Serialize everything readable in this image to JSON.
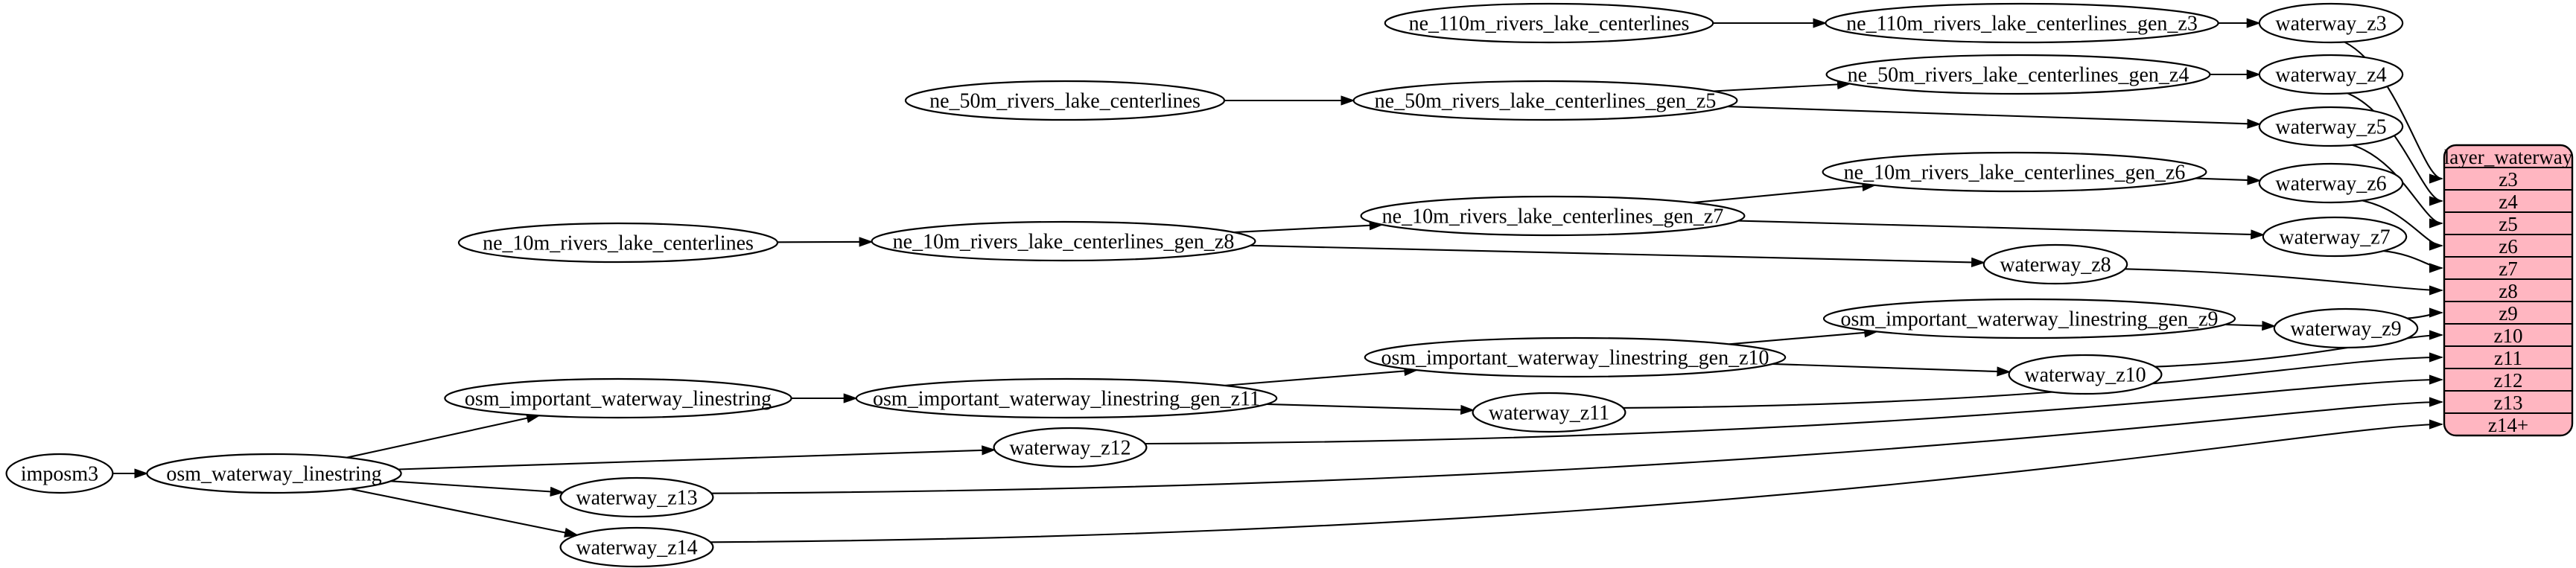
{
  "diagram": {
    "background": "#ffffff",
    "edge_color": "#000000",
    "node_style": {
      "fill": "#ffffff",
      "stroke": "#000000",
      "text_color": "#000000"
    },
    "nodes": [
      {
        "id": "imposm3",
        "label": "imposm3"
      },
      {
        "id": "osm_waterway_linestring",
        "label": "osm_waterway_linestring"
      },
      {
        "id": "osm_important_waterway_linestring",
        "label": "osm_important_waterway_linestring"
      },
      {
        "id": "osm_important_waterway_linestring_gen_z11",
        "label": "osm_important_waterway_linestring_gen_z11"
      },
      {
        "id": "osm_important_waterway_linestring_gen_z10",
        "label": "osm_important_waterway_linestring_gen_z10"
      },
      {
        "id": "osm_important_waterway_linestring_gen_z9",
        "label": "osm_important_waterway_linestring_gen_z9"
      },
      {
        "id": "ne_10m_rivers_lake_centerlines",
        "label": "ne_10m_rivers_lake_centerlines"
      },
      {
        "id": "ne_10m_rivers_lake_centerlines_gen_z8",
        "label": "ne_10m_rivers_lake_centerlines_gen_z8"
      },
      {
        "id": "ne_10m_rivers_lake_centerlines_gen_z7",
        "label": "ne_10m_rivers_lake_centerlines_gen_z7"
      },
      {
        "id": "ne_10m_rivers_lake_centerlines_gen_z6",
        "label": "ne_10m_rivers_lake_centerlines_gen_z6"
      },
      {
        "id": "ne_50m_rivers_lake_centerlines",
        "label": "ne_50m_rivers_lake_centerlines"
      },
      {
        "id": "ne_50m_rivers_lake_centerlines_gen_z5",
        "label": "ne_50m_rivers_lake_centerlines_gen_z5"
      },
      {
        "id": "ne_50m_rivers_lake_centerlines_gen_z4",
        "label": "ne_50m_rivers_lake_centerlines_gen_z4"
      },
      {
        "id": "ne_110m_rivers_lake_centerlines",
        "label": "ne_110m_rivers_lake_centerlines"
      },
      {
        "id": "ne_110m_rivers_lake_centerlines_gen_z3",
        "label": "ne_110m_rivers_lake_centerlines_gen_z3"
      },
      {
        "id": "waterway_z3",
        "label": "waterway_z3"
      },
      {
        "id": "waterway_z4",
        "label": "waterway_z4"
      },
      {
        "id": "waterway_z5",
        "label": "waterway_z5"
      },
      {
        "id": "waterway_z6",
        "label": "waterway_z6"
      },
      {
        "id": "waterway_z7",
        "label": "waterway_z7"
      },
      {
        "id": "waterway_z8",
        "label": "waterway_z8"
      },
      {
        "id": "waterway_z9",
        "label": "waterway_z9"
      },
      {
        "id": "waterway_z10",
        "label": "waterway_z10"
      },
      {
        "id": "waterway_z11",
        "label": "waterway_z11"
      },
      {
        "id": "waterway_z12",
        "label": "waterway_z12"
      },
      {
        "id": "waterway_z13",
        "label": "waterway_z13"
      },
      {
        "id": "waterway_z14",
        "label": "waterway_z14"
      }
    ],
    "table": {
      "id": "layer_waterway",
      "title": "layer_waterway",
      "rows": [
        "z3",
        "z4",
        "z5",
        "z6",
        "z7",
        "z8",
        "z9",
        "z10",
        "z11",
        "z12",
        "z13",
        "z14+"
      ],
      "fill": "#ffb6c1",
      "stroke": "#000000",
      "text_color": "#000000"
    },
    "edges": [
      {
        "from": "imposm3",
        "to": "osm_waterway_linestring"
      },
      {
        "from": "osm_waterway_linestring",
        "to": "osm_important_waterway_linestring"
      },
      {
        "from": "osm_waterway_linestring",
        "to": "waterway_z12"
      },
      {
        "from": "osm_waterway_linestring",
        "to": "waterway_z13"
      },
      {
        "from": "osm_waterway_linestring",
        "to": "waterway_z14"
      },
      {
        "from": "osm_important_waterway_linestring",
        "to": "osm_important_waterway_linestring_gen_z11"
      },
      {
        "from": "osm_important_waterway_linestring_gen_z11",
        "to": "osm_important_waterway_linestring_gen_z10"
      },
      {
        "from": "osm_important_waterway_linestring_gen_z11",
        "to": "waterway_z11"
      },
      {
        "from": "osm_important_waterway_linestring_gen_z10",
        "to": "osm_important_waterway_linestring_gen_z9"
      },
      {
        "from": "osm_important_waterway_linestring_gen_z10",
        "to": "waterway_z10"
      },
      {
        "from": "osm_important_waterway_linestring_gen_z9",
        "to": "waterway_z9"
      },
      {
        "from": "ne_10m_rivers_lake_centerlines",
        "to": "ne_10m_rivers_lake_centerlines_gen_z8"
      },
      {
        "from": "ne_10m_rivers_lake_centerlines_gen_z8",
        "to": "ne_10m_rivers_lake_centerlines_gen_z7"
      },
      {
        "from": "ne_10m_rivers_lake_centerlines_gen_z8",
        "to": "waterway_z8"
      },
      {
        "from": "ne_10m_rivers_lake_centerlines_gen_z7",
        "to": "ne_10m_rivers_lake_centerlines_gen_z6"
      },
      {
        "from": "ne_10m_rivers_lake_centerlines_gen_z7",
        "to": "waterway_z7"
      },
      {
        "from": "ne_10m_rivers_lake_centerlines_gen_z6",
        "to": "waterway_z6"
      },
      {
        "from": "ne_50m_rivers_lake_centerlines",
        "to": "ne_50m_rivers_lake_centerlines_gen_z5"
      },
      {
        "from": "ne_50m_rivers_lake_centerlines_gen_z5",
        "to": "ne_50m_rivers_lake_centerlines_gen_z4"
      },
      {
        "from": "ne_50m_rivers_lake_centerlines_gen_z5",
        "to": "waterway_z5"
      },
      {
        "from": "ne_50m_rivers_lake_centerlines_gen_z4",
        "to": "waterway_z4"
      },
      {
        "from": "ne_110m_rivers_lake_centerlines",
        "to": "ne_110m_rivers_lake_centerlines_gen_z3"
      },
      {
        "from": "ne_110m_rivers_lake_centerlines_gen_z3",
        "to": "waterway_z3"
      },
      {
        "from": "waterway_z3",
        "to": "layer_waterway.z3"
      },
      {
        "from": "waterway_z4",
        "to": "layer_waterway.z4"
      },
      {
        "from": "waterway_z5",
        "to": "layer_waterway.z5"
      },
      {
        "from": "waterway_z6",
        "to": "layer_waterway.z6"
      },
      {
        "from": "waterway_z7",
        "to": "layer_waterway.z7"
      },
      {
        "from": "waterway_z8",
        "to": "layer_waterway.z8"
      },
      {
        "from": "waterway_z9",
        "to": "layer_waterway.z9"
      },
      {
        "from": "waterway_z10",
        "to": "layer_waterway.z10"
      },
      {
        "from": "waterway_z11",
        "to": "layer_waterway.z11"
      },
      {
        "from": "waterway_z12",
        "to": "layer_waterway.z12"
      },
      {
        "from": "waterway_z13",
        "to": "layer_waterway.z13"
      },
      {
        "from": "waterway_z14",
        "to": "layer_waterway.z14+"
      }
    ]
  }
}
